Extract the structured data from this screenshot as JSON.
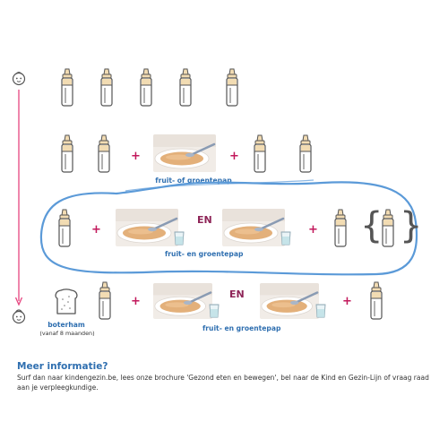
{
  "captions": {
    "row2": "fruit- of groentepap",
    "row3": "fruit- en groentepap",
    "row4": "fruit- en groentepap"
  },
  "connector": "EN",
  "plus": "+",
  "bread": {
    "label": "boterham",
    "note": "(vanaf 8 maanden)"
  },
  "info": {
    "title": "Meer informatie?",
    "text": "Surf dan naar kindengezin.be, lees onze brochure 'Gezond eten en bewegen', bel naar de Kind en Gezin-Lijn of vraag raad aan je verpleegkundige."
  },
  "colors": {
    "accent_blue": "#2f6fb0",
    "plus_pink": "#c2185b",
    "en_purple": "#8e2457",
    "timeline_pink": "#e6457f",
    "highlight_blue": "#5b9ad8",
    "milk": "#f2dcb3"
  },
  "icons": [
    "baby-face-icon",
    "baby-bottle-icon",
    "food-bowl-photo",
    "water-cup-icon",
    "bread-slice-icon",
    "curly-brace"
  ]
}
